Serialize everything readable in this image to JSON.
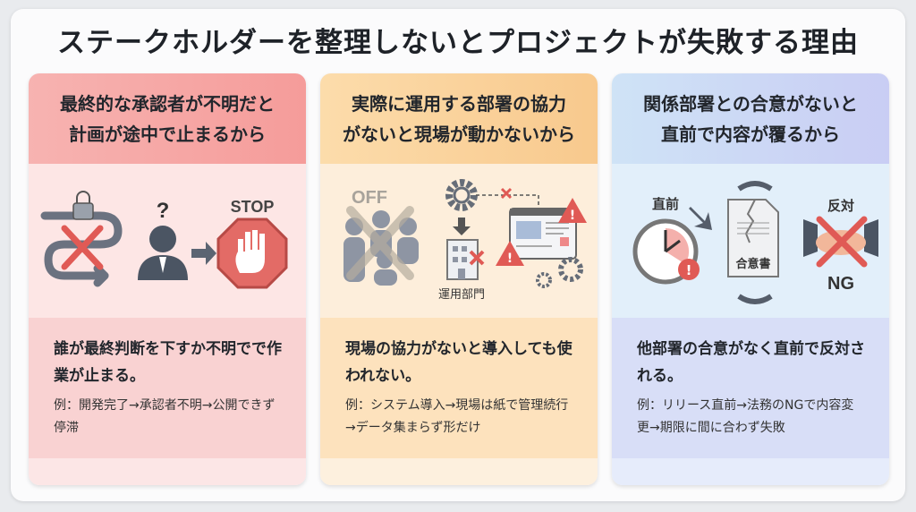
{
  "title": "ステークホルダーを整理しないとプロジェクトが失敗する理由",
  "cards": [
    {
      "heading_line1": "最終的な承認者が不明だと",
      "heading_line2": "計画が途中で止まるから",
      "icon_label": "STOP",
      "main": "誰が最終判断を下すか不明でで作業が止まる。",
      "example": "例：開発完了→承認者不明→公開できず停滞"
    },
    {
      "heading_line1": "実際に運用する部署の協力",
      "heading_line2": "がないと現場が動かないから",
      "icon_label_off": "OFF",
      "icon_label_dept": "運用部門",
      "main": "現場の協力がないと導入しても使われない。",
      "example": "例：システム導入→現場は紙で管理続行→データ集まらず形だけ"
    },
    {
      "heading_line1": "関係部署との合意がないと",
      "heading_line2": "直前で内容が覆るから",
      "icon_label_before": "直前",
      "icon_label_doc": "合意書",
      "icon_label_oppose": "反対",
      "icon_label_ng": "NG",
      "main": "他部署の合意がなく直前で反対される。",
      "example": "例：リリース直前→法務のNGで内容変更→期限に間に合わず失敗"
    }
  ]
}
